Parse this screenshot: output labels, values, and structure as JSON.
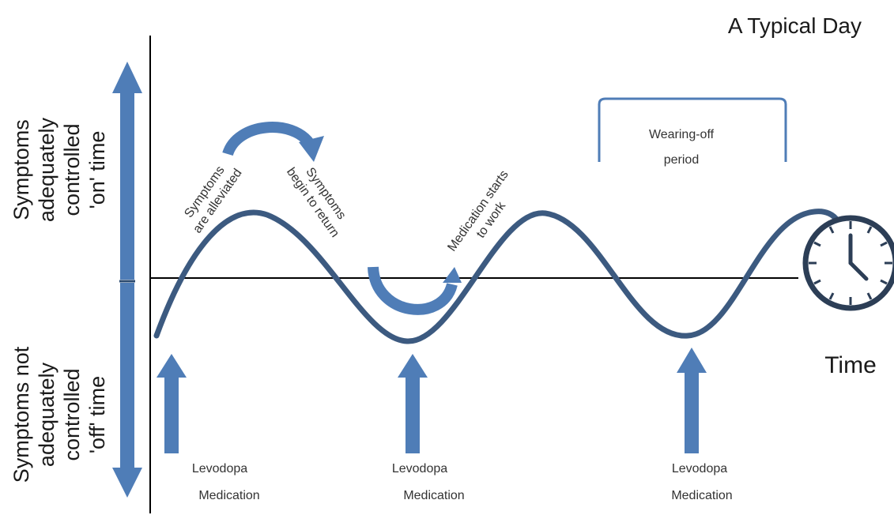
{
  "title": "A Typical Day",
  "time_label": "Time",
  "y_axis": {
    "on_lines": [
      "Symptoms",
      "adequately",
      "controlled",
      "'on' time"
    ],
    "off_lines": [
      "Symptoms not",
      "adequately",
      "controlled",
      "'off' time"
    ]
  },
  "annotations": {
    "alleviated": [
      "Symptoms",
      "are alleviated"
    ],
    "return": [
      "Symptoms",
      "begin to return"
    ],
    "medication_works": [
      "Medication starts",
      "to work"
    ],
    "wearing_off": [
      "Wearing-off",
      "period"
    ]
  },
  "doses": [
    {
      "line1": "Levodopa",
      "line2": "Medication"
    },
    {
      "line1": "Levodopa",
      "line2": "Medication"
    },
    {
      "line1": "Levodopa",
      "line2": "Medication"
    }
  ],
  "colors": {
    "curve": "#3c5a80",
    "arrow": "#4f7db7",
    "axis": "#000000",
    "clock": "#2c3e56"
  },
  "icons": [
    "clock-icon",
    "double-arrow-icon",
    "up-arrow-icon",
    "curved-arrow-icon"
  ]
}
